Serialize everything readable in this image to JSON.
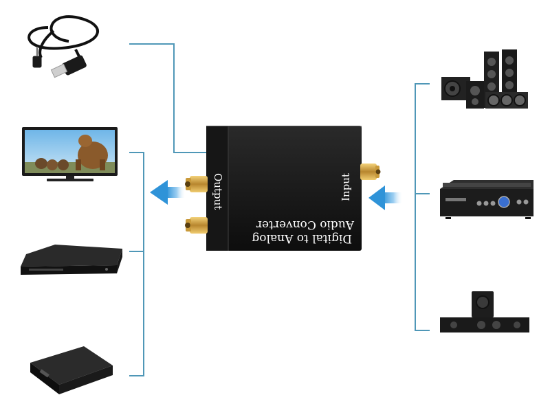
{
  "converter": {
    "output_label": "Output",
    "input_label": "Input",
    "title_line1": "Digital to Analog",
    "title_line2": "Audio Converter"
  },
  "devices_left": [
    {
      "icon": "usb-power-cable-icon"
    },
    {
      "icon": "television-icon"
    },
    {
      "icon": "dvd-player-icon"
    },
    {
      "icon": "set-top-box-icon"
    }
  ],
  "devices_right": [
    {
      "icon": "speaker-system-icon"
    },
    {
      "icon": "amplifier-icon"
    },
    {
      "icon": "soundbar-icon"
    }
  ],
  "colors": {
    "connector_line": "#4f97b7",
    "arrow": "#3a9ad9",
    "device_body": "#1b1b1b",
    "rca_gold": "#d4a94a"
  }
}
